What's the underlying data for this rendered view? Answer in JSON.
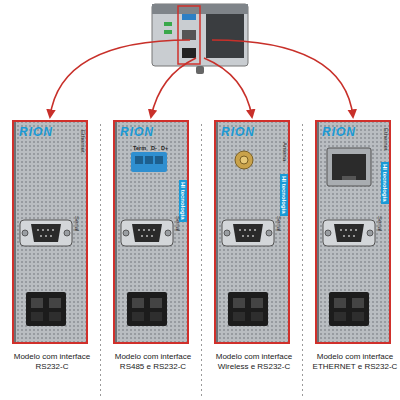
{
  "diagram": {
    "nodes": [
      {
        "text": [
          "RION",
          "Ethernet",
          "Serial",
          "Modelo com interface RS232-C"
        ]
      },
      {
        "text": [
          "RION",
          "Term",
          "D-",
          "D+",
          "HI tecnologia",
          "Serial",
          "Modelo com interface RS485 e RS232-C"
        ]
      },
      {
        "text": [
          "RION",
          "Antena",
          "HI tecnologia",
          "Serial",
          "Modelo com interface Wireless e RS232-C"
        ]
      },
      {
        "text": [
          "RION",
          "Ethernet",
          "HI tecnologia",
          "Serial",
          "Modelo com interface ETHERNET e RS232-C"
        ]
      }
    ]
  }
}
